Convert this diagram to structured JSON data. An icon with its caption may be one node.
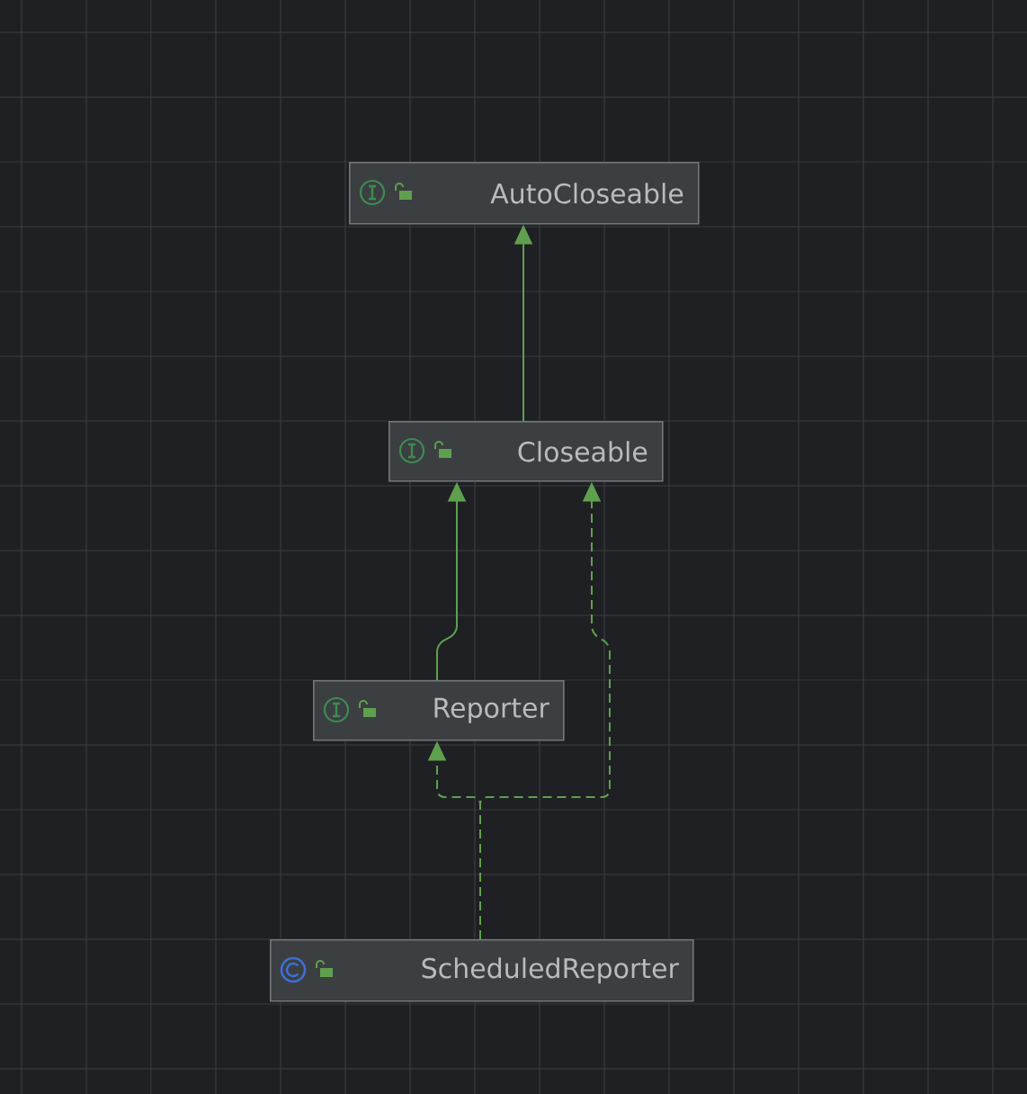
{
  "diagram": {
    "nodes": [
      {
        "text": [
          "AutoCloseable"
        ]
      },
      {
        "text": [
          "Closeable"
        ]
      },
      {
        "text": [
          "Reporter"
        ]
      },
      {
        "text": [
          "ScheduledReporter"
        ]
      }
    ],
    "edges": [
      {
        "from": 1,
        "to": 0,
        "arrow": "to"
      },
      {
        "from": 2,
        "to": 1,
        "arrow": "to"
      },
      {
        "from": 3,
        "to": 2,
        "arrow": "to",
        "style": "dashed"
      },
      {
        "from": 3,
        "to": 1,
        "arrow": "to",
        "style": "dashed"
      }
    ]
  }
}
